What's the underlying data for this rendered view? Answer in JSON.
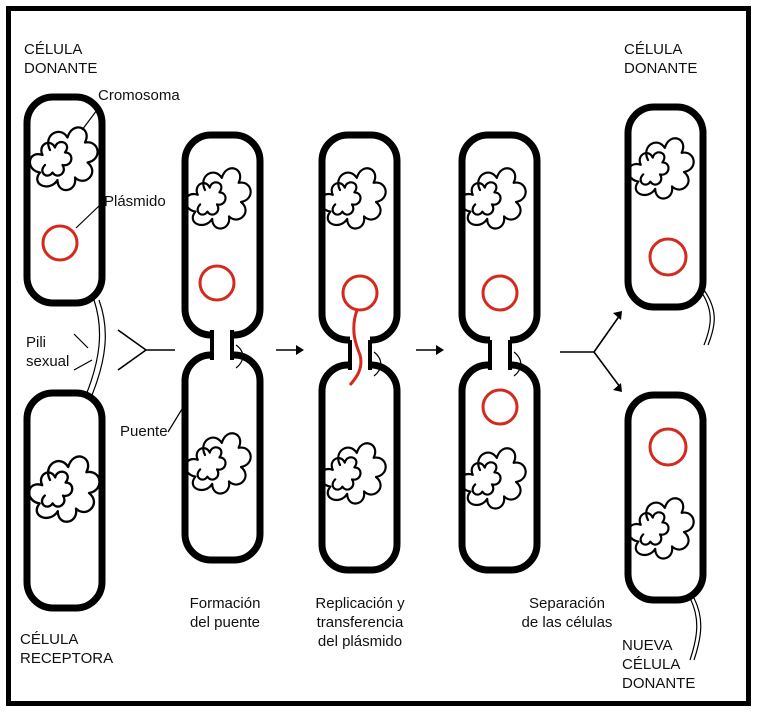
{
  "labels": {
    "donor_cell_title": "CÉLULA\nDONANTE",
    "chromosome": "Cromosoma",
    "plasmid": "Plásmido",
    "pili": "Pili\nsexual",
    "bridge": "Puente",
    "recipient_cell_title": "CÉLULA\nRECEPTORA",
    "new_donor_title": "CÉLULA\nDONANTE",
    "new_donor_bottom": "NUEVA\nCÉLULA\nDONANTE"
  },
  "steps": [
    {
      "caption": "Formación\ndel puente"
    },
    {
      "caption": "Replicación y\ntransferencia\ndel plásmido"
    },
    {
      "caption": "Separación\nde las células"
    }
  ],
  "colors": {
    "outline": "#000000",
    "plasmid": "#d42a1e",
    "background": "#ffffff"
  }
}
